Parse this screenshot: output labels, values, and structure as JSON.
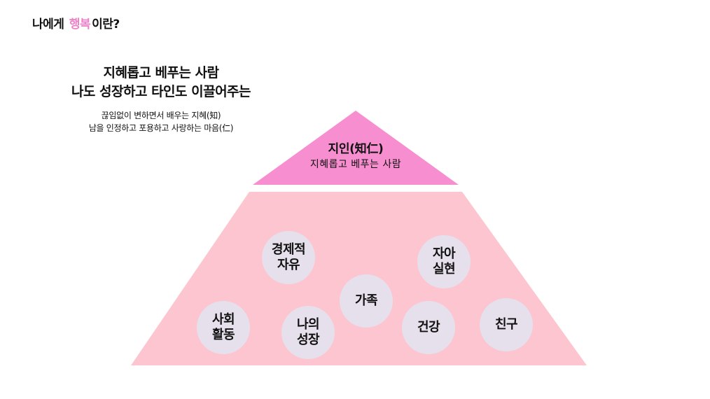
{
  "title": {
    "prefix": "나에게",
    "highlight": "행복",
    "suffix": "이란?"
  },
  "heading": {
    "line1": "지혜롭고 베푸는 사람",
    "line2": "나도 성장하고 타인도 이끌어주는"
  },
  "description": {
    "line1": "끊임없이 변하면서 배우는 지혜(知)",
    "line2": "남을 인정하고 포용하고 사랑하는 마음(仁)"
  },
  "pyramid_top": {
    "title": "지인(知仁)",
    "subtitle": "지혜롭고 베푸는 사람"
  },
  "circles": [
    {
      "line1": "경제적",
      "line2": "자유"
    },
    {
      "line1": "자아",
      "line2": "실현"
    },
    {
      "line1": "가족",
      "line2": ""
    },
    {
      "line1": "사회",
      "line2": "활동"
    },
    {
      "line1": "나의",
      "line2": "성장"
    },
    {
      "line1": "건강",
      "line2": ""
    },
    {
      "line1": "친구",
      "line2": ""
    }
  ],
  "colors": {
    "highlight": "#ee82c8",
    "top_triangle": "#f78ecf",
    "base_trapezoid": "#fcc5cf",
    "circle_fill": "#e6e0ec"
  }
}
